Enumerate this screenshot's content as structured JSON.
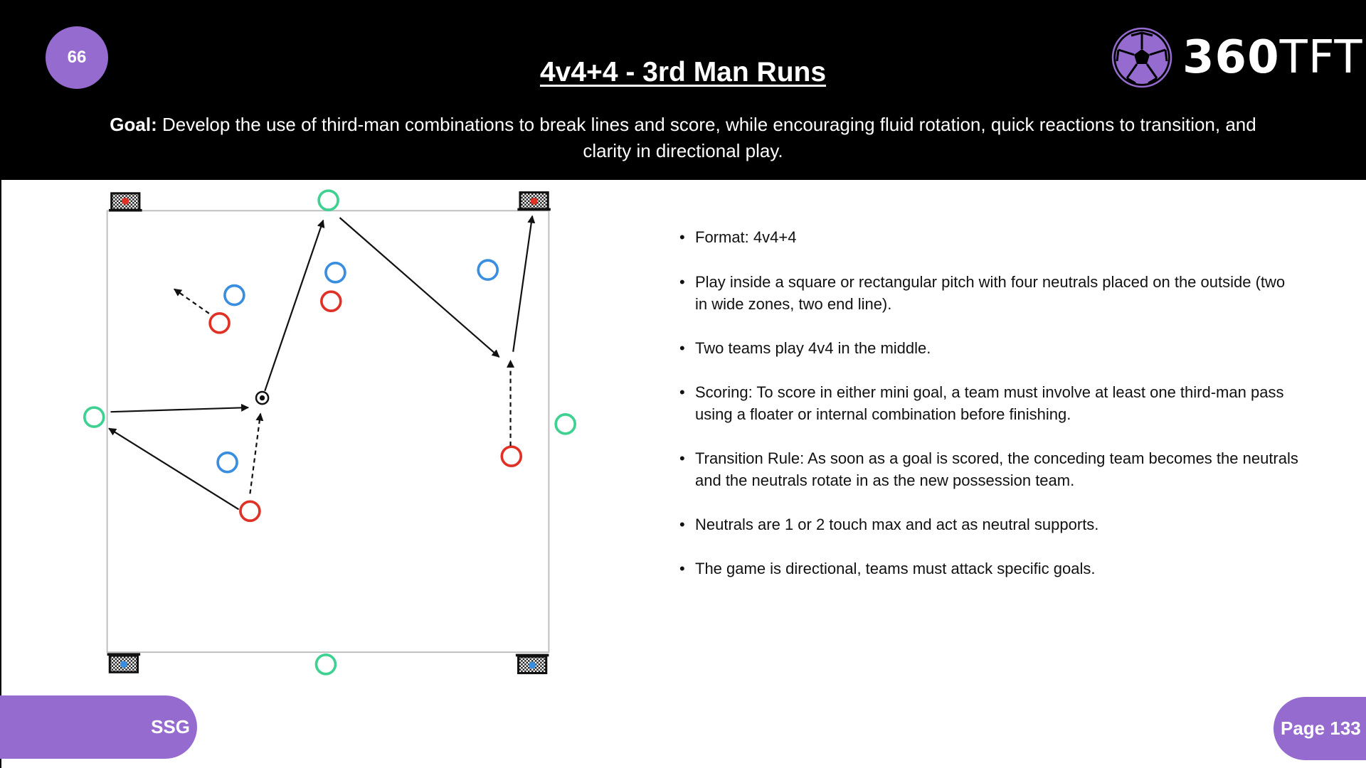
{
  "header": {
    "session_number": "66",
    "title": "4v4+4 - 3rd Man Runs",
    "goal_label": "Goal:",
    "goal_text": " Develop the use of third-man combinations to break lines and score, while encouraging fluid rotation, quick reactions to transition, and clarity in directional play.",
    "logo": {
      "text_bold": "360",
      "text_light": "TFT",
      "color": "#956bcf"
    }
  },
  "rules": [
    "Format: 4v4+4",
    "Play inside a square or rectangular pitch with four neutrals placed on the outside (two in wide zones, two end line).",
    "Two teams play 4v4 in the middle.",
    "Scoring: To score in either mini goal, a team must involve at least one third-man pass using a floater or internal combination before finishing.",
    "Transition Rule: As soon as a goal is scored, the conceding team becomes the neutrals and the neutrals rotate in as the new possession team.",
    "Neutrals are 1 or 2 touch max and act as neutral supports.",
    "The game is directional,  teams must attack specific goals."
  ],
  "footer": {
    "category": "SSG",
    "page": "Page 133"
  },
  "colors": {
    "accent": "#956bcf",
    "red_team": "#e03127",
    "blue_team": "#3a8ee0",
    "neutral": "#3fd191"
  }
}
